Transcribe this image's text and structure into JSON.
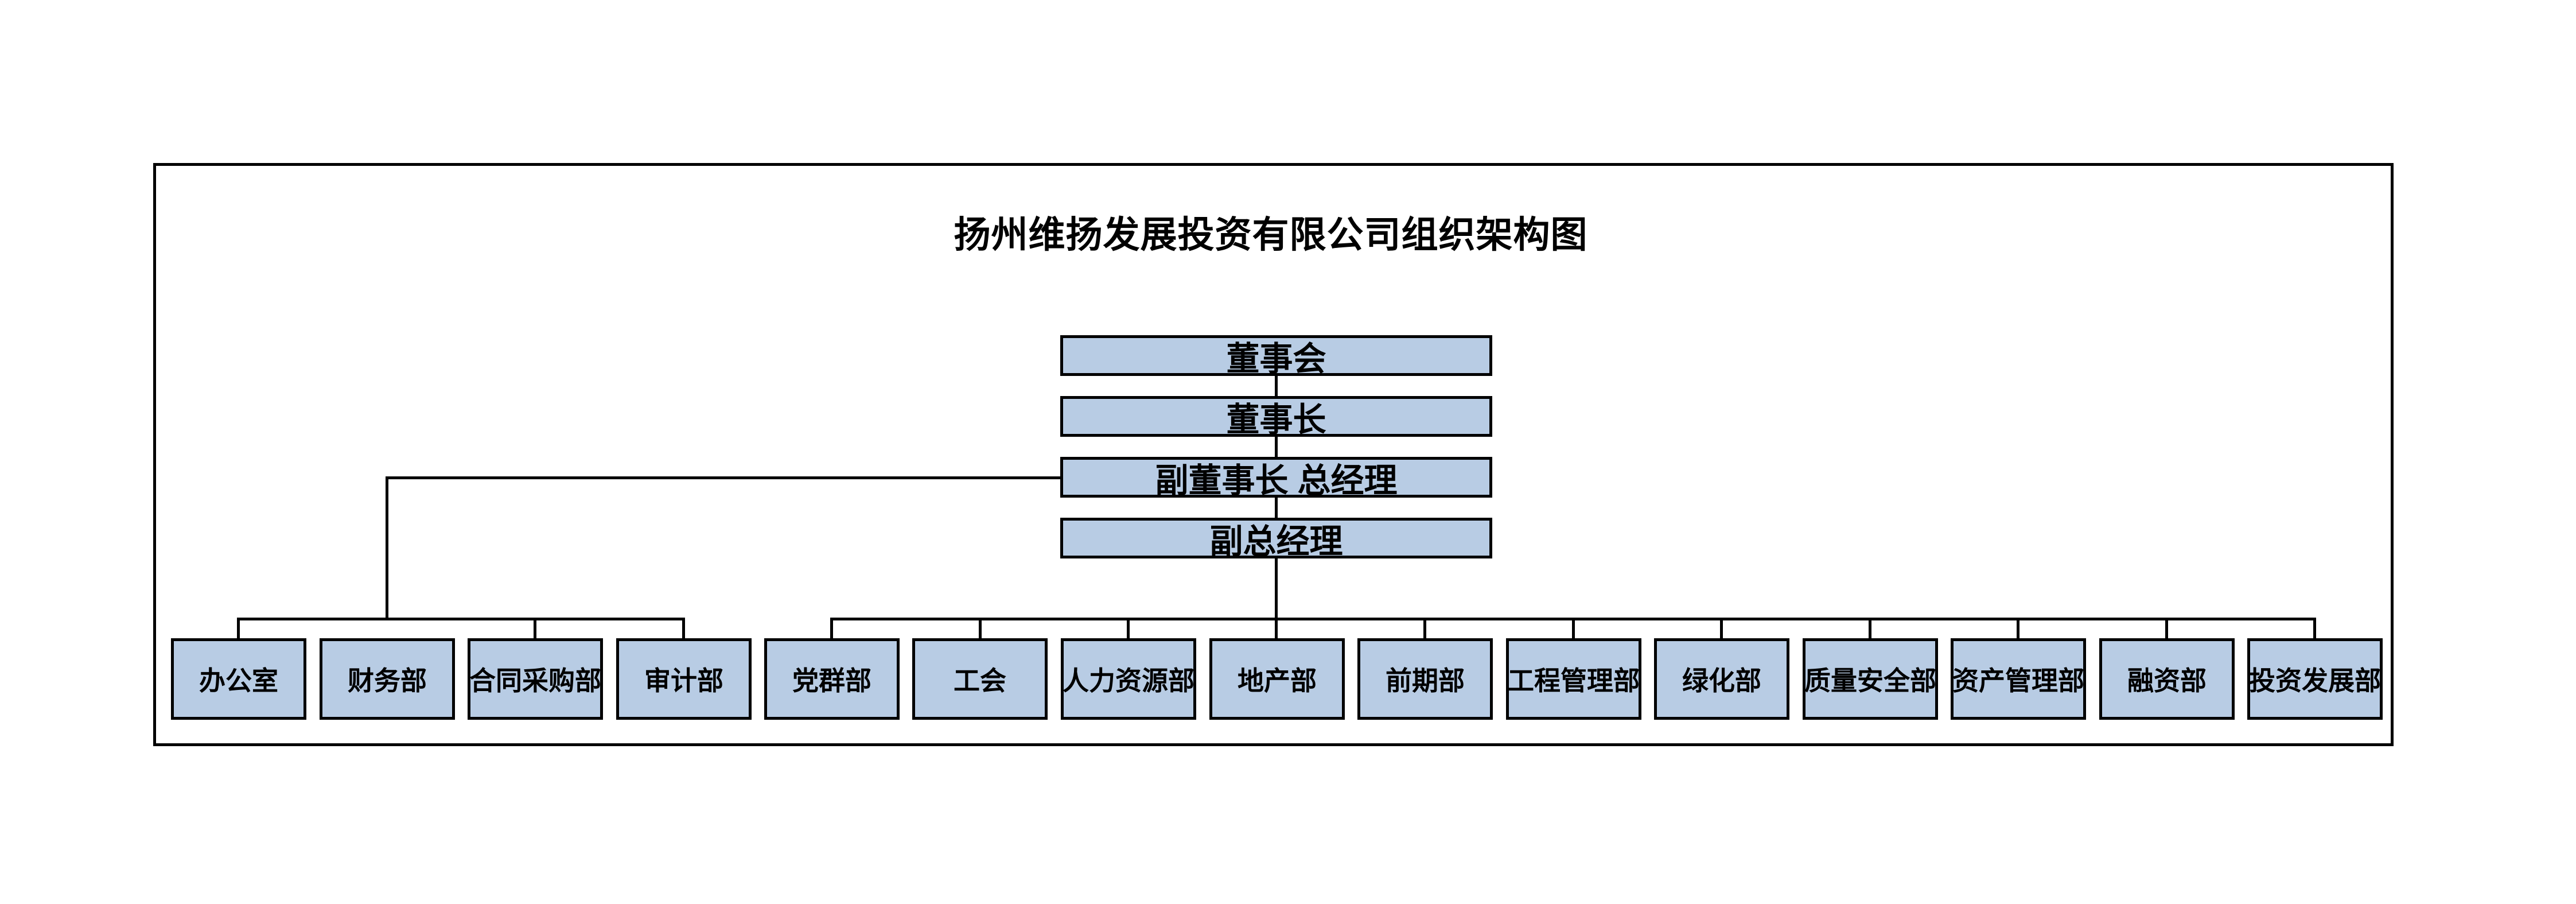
{
  "title": "扬州维扬发展投资有限公司组织架构图",
  "org": {
    "levels": [
      {
        "label": "董事会"
      },
      {
        "label": "董事长"
      },
      {
        "label": "副董事长 总经理"
      },
      {
        "label": "副总经理"
      }
    ],
    "admin_departments": [
      {
        "label": "办公室"
      },
      {
        "label": "财务部"
      },
      {
        "label": "合同采购部"
      },
      {
        "label": "审计部"
      }
    ],
    "operating_departments": [
      {
        "label": "党群部"
      },
      {
        "label": "工会"
      },
      {
        "label": "人力资源部"
      },
      {
        "label": "地产部"
      },
      {
        "label": "前期部"
      },
      {
        "label": "工程管理部"
      },
      {
        "label": "绿化部"
      },
      {
        "label": "质量安全部"
      },
      {
        "label": "资产管理部"
      },
      {
        "label": "融资部"
      },
      {
        "label": "投资发展部"
      }
    ]
  },
  "colors": {
    "background": "#ffffff",
    "box_fill": "#b8cce4",
    "box_border": "#000000",
    "connector": "#000000",
    "text": "#000000"
  }
}
